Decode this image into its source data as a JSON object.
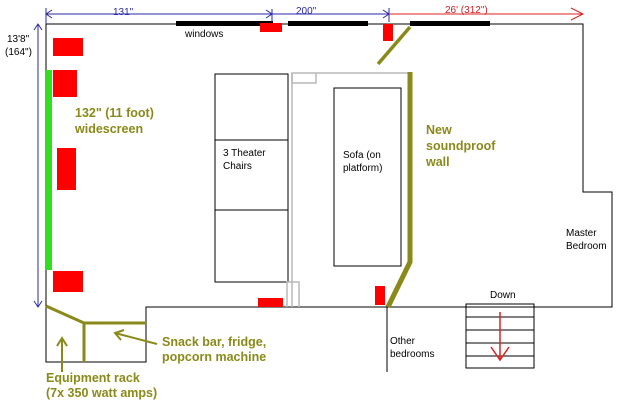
{
  "dimensions": {
    "seg1": "131\"",
    "seg2": "200\"",
    "seg3": "26' (312\")",
    "height_line1": "13'8\"",
    "height_line2": "(164\")"
  },
  "labels": {
    "windows": "windows",
    "screen_line1": "132\" (11 foot)",
    "screen_line2": "widescreen",
    "chairs_line1": "3 Theater",
    "chairs_line2": "Chairs",
    "sofa_line1": "Sofa (on",
    "sofa_line2": "platform)",
    "wall_line1": "New",
    "wall_line2": "soundproof",
    "wall_line3": "wall",
    "master_line1": "Master",
    "master_line2": "Bedroom",
    "down": "Down",
    "other_line1": "Other",
    "other_line2": "bedrooms",
    "snack_line1": "Snack bar, fridge,",
    "snack_line2": "popcorn machine",
    "rack_line1": "Equipment rack",
    "rack_line2": "(7x 350 watt amps)"
  },
  "colors": {
    "wall": "#000000",
    "speaker": "#ff0000",
    "screen": "#33dd22",
    "olive": "#8a8a1a",
    "dim_blue": "#2a2aa8",
    "dim_red": "#dd2222",
    "partition": "#b8b8b8"
  }
}
